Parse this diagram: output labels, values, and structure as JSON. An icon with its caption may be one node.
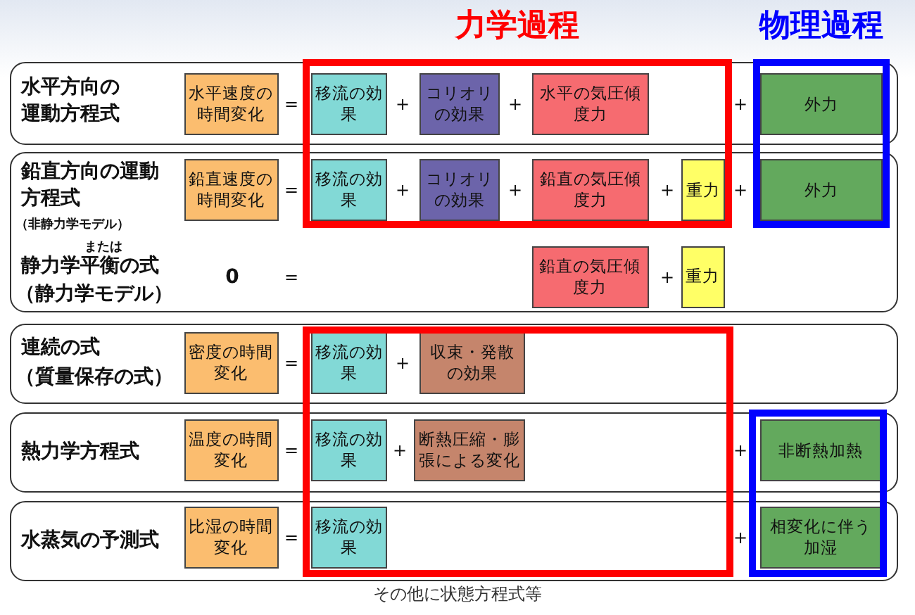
{
  "diagram": {
    "caption": "その他に状態方程式等",
    "nodes": [
      {
        "text": [
          "力学過程"
        ]
      },
      {
        "text": [
          "物理過程"
        ]
      },
      {
        "text": [
          "水平方向の運動方程式"
        ]
      },
      {
        "text": [
          "水平速度の時間変化"
        ],
        "in": 2
      },
      {
        "text": [
          "移流の効果"
        ]
      },
      {
        "text": [
          "コリオリの効果"
        ]
      },
      {
        "text": [
          "水平の気圧傾度力"
        ]
      },
      {
        "text": [
          "外力"
        ]
      },
      {
        "text": [
          "鉛直方向の運動方程式",
          "（非静力学モデル）",
          "または",
          "静力学平衡の式",
          "（静力学モデル）"
        ]
      },
      {
        "text": [
          "鉛直速度の時間変化"
        ],
        "in": 8
      },
      {
        "text": [
          "移流の効果"
        ]
      },
      {
        "text": [
          "コリオリの効果"
        ]
      },
      {
        "text": [
          "鉛直の気圧傾度力"
        ]
      },
      {
        "text": [
          "重力"
        ]
      },
      {
        "text": [
          "外力"
        ]
      },
      {
        "text": [
          "鉛直の気圧傾度力"
        ],
        "in": 8
      },
      {
        "text": [
          "重力"
        ],
        "in": 8
      },
      {
        "text": [],
        "shape": "box"
      },
      {
        "text": [
          "連続の式",
          "（質量保存の式）"
        ]
      },
      {
        "text": [
          "密度の時間変化"
        ],
        "in": 18
      },
      {
        "text": [
          "移流の効果"
        ]
      },
      {
        "text": [
          "収束・発散の効果"
        ]
      },
      {
        "text": [],
        "shape": "box"
      },
      {
        "text": [
          "熱力学方程式"
        ]
      },
      {
        "text": [
          "温度の時間変化"
        ],
        "in": 23
      },
      {
        "text": [
          "移流の効果"
        ]
      },
      {
        "text": [
          "断熱圧縮・膨張による変化"
        ]
      },
      {
        "text": [
          "非断熱加熱"
        ]
      },
      {
        "text": [
          "水蒸気の予測式"
        ]
      },
      {
        "text": [
          "比湿の時間変化"
        ],
        "in": 28
      },
      {
        "text": [
          "移流の効果"
        ]
      },
      {
        "text": [
          "相変化に伴う加湿"
        ]
      }
    ],
    "labels": [
      "=",
      "+",
      "+",
      "+",
      "=",
      "+",
      "+",
      "+",
      "+",
      "0",
      "=",
      "+",
      "=",
      "+",
      "=",
      "+",
      "+",
      "=",
      "+"
    ]
  }
}
